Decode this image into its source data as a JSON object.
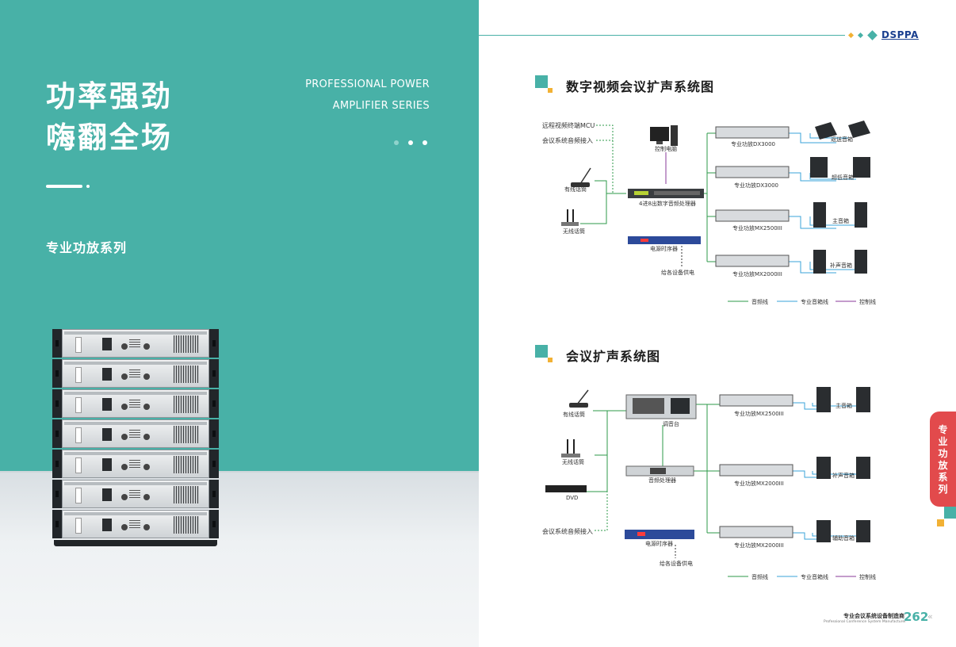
{
  "left_panel": {
    "title_line1": "功率强劲",
    "title_line2": "嗨翻全场",
    "english_line1": "PROFESSIONAL POWER",
    "english_line2": "AMPLIFIER SERIES",
    "subtitle": "专业功放系列"
  },
  "header": {
    "logo": "DSPPA"
  },
  "section1": {
    "title": "数字视频会议扩声系统图",
    "labels": {
      "mcu": "远程视频终端MCU",
      "conf_audio": "会议系统音频接入",
      "wired_mic": "有线话筒",
      "wireless_mic": "无线话筒",
      "pc": "控制电脑",
      "processor": "4进8出数字音频处理器",
      "sequencer": "电源时序器",
      "power_supply": "给各设备供电",
      "amp1": "专业功放DX3000",
      "amp2": "专业功放DX3000",
      "amp3": "专业功放MX2500III",
      "amp4": "专业功放MX2000III",
      "spk1": "返送音箱",
      "spk2": "超低音箱",
      "spk3": "主音箱",
      "spk4": "补声音箱"
    },
    "legend": {
      "audio": "音频线",
      "speaker": "专业音箱线",
      "control": "控制线"
    }
  },
  "section2": {
    "title": "会议扩声系统图",
    "labels": {
      "wired_mic": "有线话筒",
      "wireless_mic": "无线话筒",
      "dvd": "DVD",
      "conf_audio": "会议系统音频接入",
      "mixer": "调音台",
      "processor": "音频处理器",
      "sequencer": "电源时序器",
      "power_supply": "给各设备供电",
      "amp1": "专业功放MX2500III",
      "amp2": "专业功放MX2000III",
      "amp3": "专业功放MX2000III",
      "spk1": "主音箱",
      "spk2": "补声音箱",
      "spk3": "辅助音箱"
    },
    "legend": {
      "audio": "音频线",
      "speaker": "专业音箱线",
      "control": "控制线"
    }
  },
  "side_tab": {
    "text": "专业功放系列"
  },
  "footer": {
    "cn": "专业会议系统设备制造商",
    "en": "Professional Conference System Manufacturer",
    "page_number": "262",
    "arrows": "«"
  },
  "colors": {
    "teal": "#48b1a7",
    "orange": "#f2b134",
    "red_tab": "#e24a4c",
    "audio_line": "#2e9a4a",
    "speaker_line": "#3aa3d8",
    "control_line": "#8a3a9a"
  }
}
